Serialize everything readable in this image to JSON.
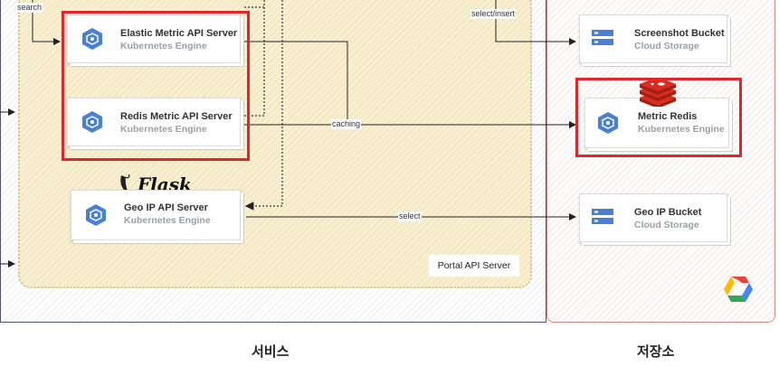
{
  "panels": {
    "services_caption": "서비스",
    "storage_caption": "저장소",
    "portal_label": "Portal API Server"
  },
  "services": {
    "elastic": {
      "title": "Elastic Metric API Server",
      "subtitle": "Kubernetes Engine"
    },
    "redis": {
      "title": "Redis Metric API Server",
      "subtitle": "Kubernetes Engine"
    },
    "geoip": {
      "title": "Geo IP API Server",
      "subtitle": "Kubernetes Engine"
    }
  },
  "storage": {
    "screenshot": {
      "title": "Screenshot Bucket",
      "subtitle": "Cloud Storage"
    },
    "metric_redis": {
      "title": "Metric Redis",
      "subtitle": "Kubernetes Engine"
    },
    "geoip_bucket": {
      "title": "Geo IP Bucket",
      "subtitle": "Cloud Storage"
    }
  },
  "edges": {
    "search": "search",
    "select_insert": "select/insert",
    "caching": "caching",
    "select": "select"
  },
  "logos": {
    "flask": "Flask"
  },
  "colors": {
    "highlight": "#e0262c",
    "k8s_blue": "#4a7fd6",
    "storage_blue": "#4a7fd6",
    "redis_red": "#c9302c"
  }
}
